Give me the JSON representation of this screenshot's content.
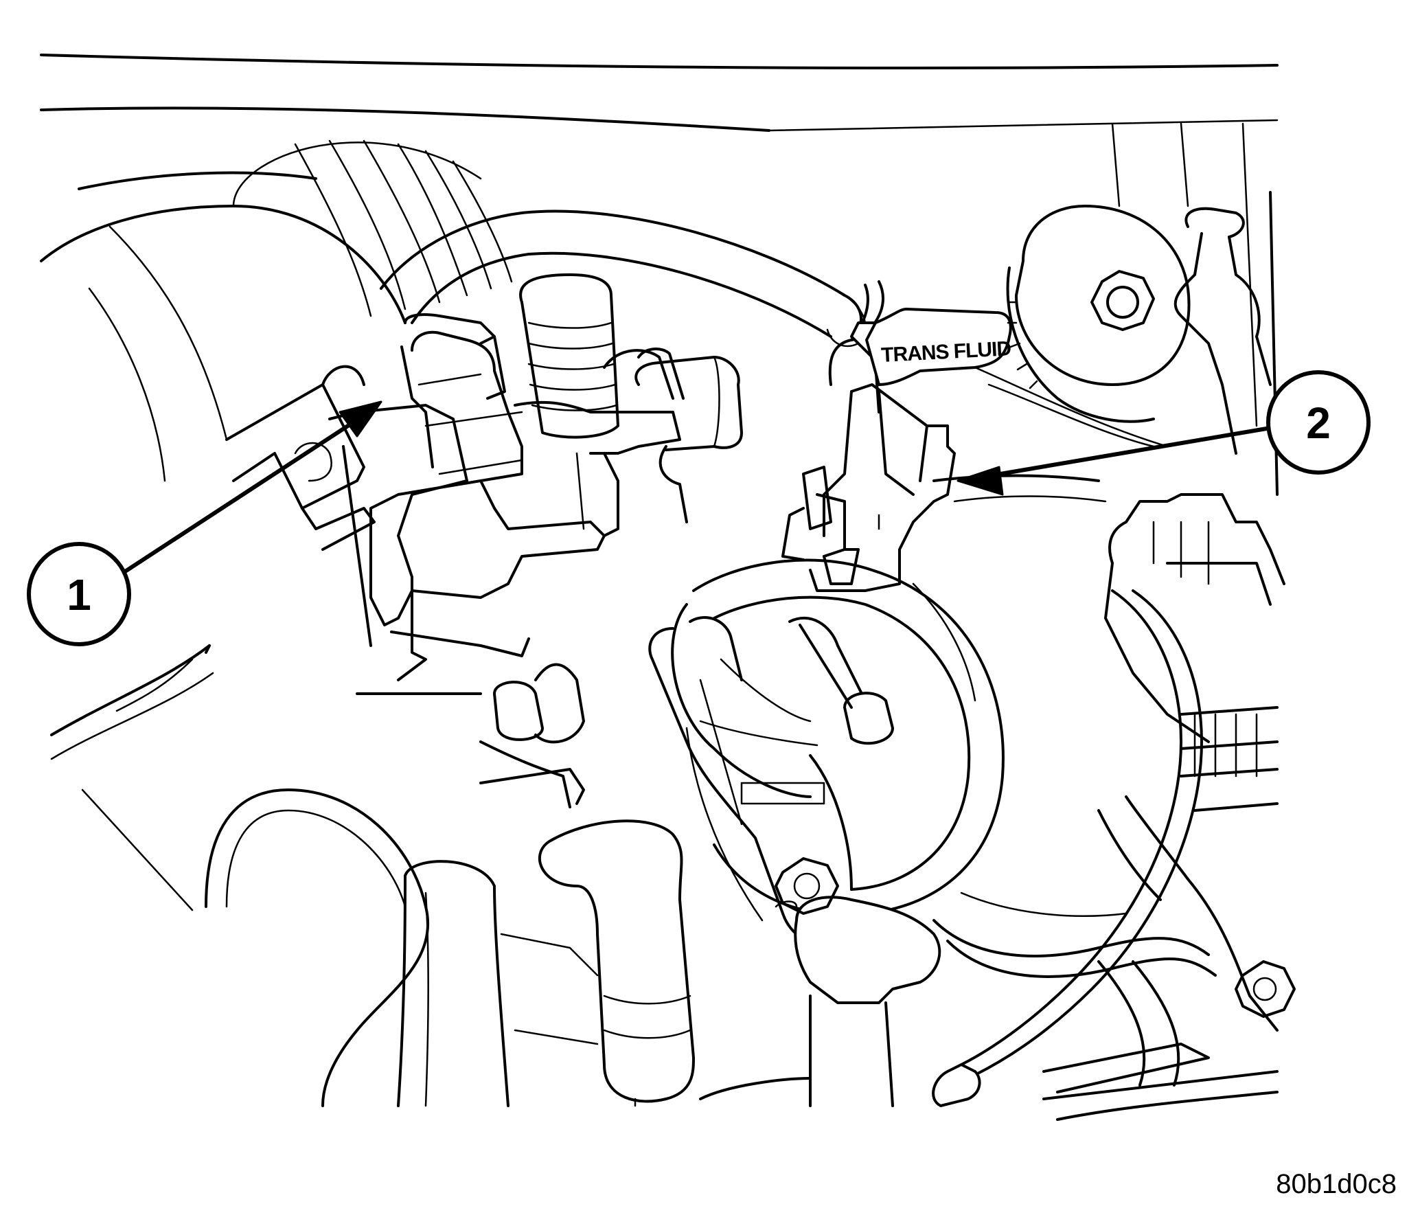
{
  "callouts": [
    {
      "label": "1"
    },
    {
      "label": "2"
    }
  ],
  "component_tag": "TRANS FLUID",
  "figure_code": "80b1d0c8",
  "colors": {
    "ink": "#000000",
    "paper": "#ffffff"
  }
}
